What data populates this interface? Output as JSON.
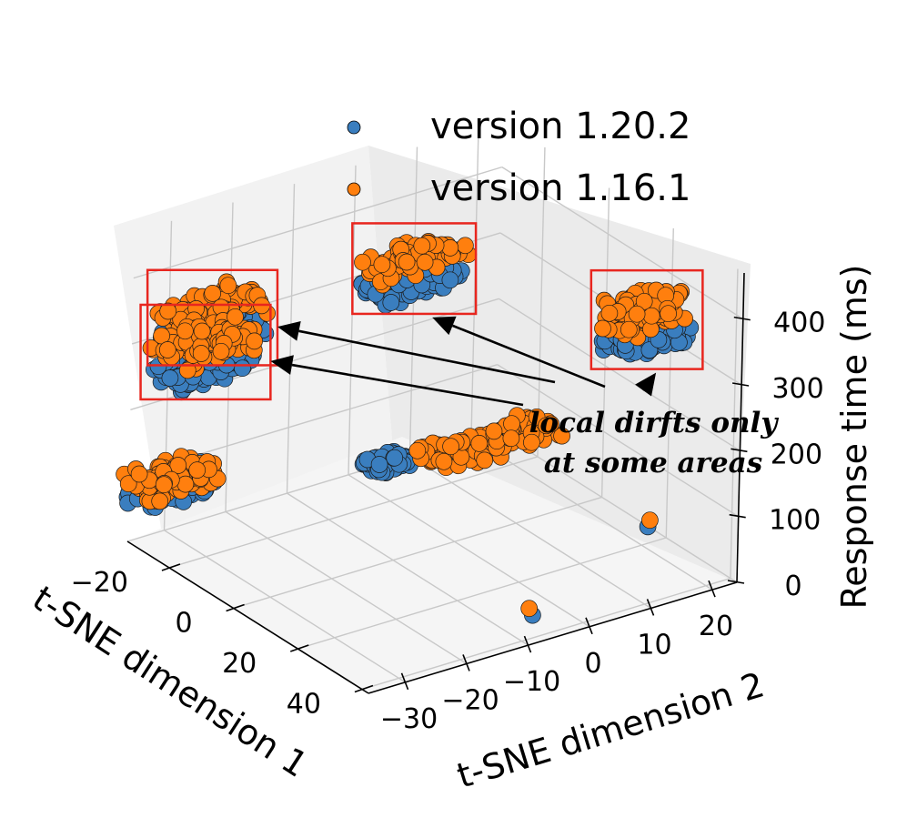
{
  "chart_data": {
    "type": "scatter",
    "projection": "3d",
    "xlabel": "t-SNE dimension 1",
    "ylabel": "t-SNE dimension 2",
    "zlabel": "Response time (ms)",
    "x_ticks": [
      -20,
      0,
      20,
      40
    ],
    "y_ticks": [
      -30,
      -20,
      -10,
      0,
      10,
      20
    ],
    "z_ticks": [
      0,
      100,
      200,
      300,
      400
    ],
    "x_tick_labels": [
      "−20",
      "0",
      "20",
      "40"
    ],
    "y_tick_labels": [
      "−30",
      "−20",
      "−10",
      "0",
      "10",
      "20"
    ],
    "z_tick_labels": [
      "0",
      "100",
      "200",
      "300",
      "400"
    ],
    "xlim": [
      -33,
      42
    ],
    "ylim": [
      -36,
      24
    ],
    "zlim": [
      0,
      470
    ],
    "grid": true,
    "legend_position": "top-center",
    "series": [
      {
        "name": "version 1.20.2",
        "color": "#3a7ebf",
        "clusters": [
          {
            "x": -22,
            "y": -35,
            "z": 120,
            "x_spread": 5,
            "y_spread": 6,
            "z_min": 100,
            "z_max": 130
          },
          {
            "x": -16,
            "y": -32,
            "z": 360,
            "x_spread": 5,
            "y_spread": 7,
            "z_min": 352,
            "z_max": 366
          },
          {
            "x": -16,
            "y": -33,
            "z": 310,
            "x_spread": 5,
            "y_spread": 7,
            "z_min": 303,
            "z_max": 316
          },
          {
            "x": -5,
            "y": -5,
            "z": 395,
            "x_spread": 4,
            "y_spread": 7,
            "z_min": 385,
            "z_max": 402
          },
          {
            "x": -8,
            "y": -7,
            "z": 115,
            "x_spread": 3,
            "y_spread": 3,
            "z_min": 112,
            "z_max": 118
          },
          {
            "x": 20,
            "y": 20,
            "z": 315,
            "x_spread": 4,
            "y_spread": 6,
            "z_min": 305,
            "z_max": 325
          },
          {
            "x": 39,
            "y": -8,
            "z": 30,
            "x_spread": 0.3,
            "y_spread": 0.3,
            "z_min": 29,
            "z_max": 31
          },
          {
            "x": 20,
            "y": 21,
            "z": 25,
            "x_spread": 0.3,
            "y_spread": 0.3,
            "z_min": 24,
            "z_max": 26
          }
        ]
      },
      {
        "name": "version 1.16.1",
        "color": "#ff7f0e",
        "clusters": [
          {
            "x": -22,
            "y": -35,
            "z": 130,
            "x_spread": 5,
            "y_spread": 6,
            "z_min": 115,
            "z_max": 140
          },
          {
            "x": -16,
            "y": -32,
            "z": 395,
            "x_spread": 5,
            "y_spread": 7,
            "z_min": 382,
            "z_max": 410
          },
          {
            "x": -16,
            "y": -33,
            "z": 345,
            "x_spread": 5,
            "y_spread": 7,
            "z_min": 330,
            "z_max": 360
          },
          {
            "x": -5,
            "y": -5,
            "z": 430,
            "x_spread": 4,
            "y_spread": 7,
            "z_min": 418,
            "z_max": 442
          },
          {
            "x": -5,
            "y": 8,
            "z": 112,
            "x_spread": 5,
            "y_spread": 10,
            "z_min": 105,
            "z_max": 120
          },
          {
            "x": 20,
            "y": 20,
            "z": 355,
            "x_spread": 4,
            "y_spread": 6,
            "z_min": 332,
            "z_max": 380
          },
          {
            "x": 39,
            "y": -8,
            "z": 40,
            "x_spread": 0.3,
            "y_spread": 0.3,
            "z_min": 39,
            "z_max": 41
          },
          {
            "x": 20,
            "y": 21,
            "z": 35,
            "x_spread": 0.3,
            "y_spread": 0.3,
            "z_min": 34,
            "z_max": 36
          }
        ]
      }
    ],
    "annotation": {
      "lines": [
        "local dirfts only",
        "at some areas"
      ]
    },
    "highlight_boxes": 4
  }
}
